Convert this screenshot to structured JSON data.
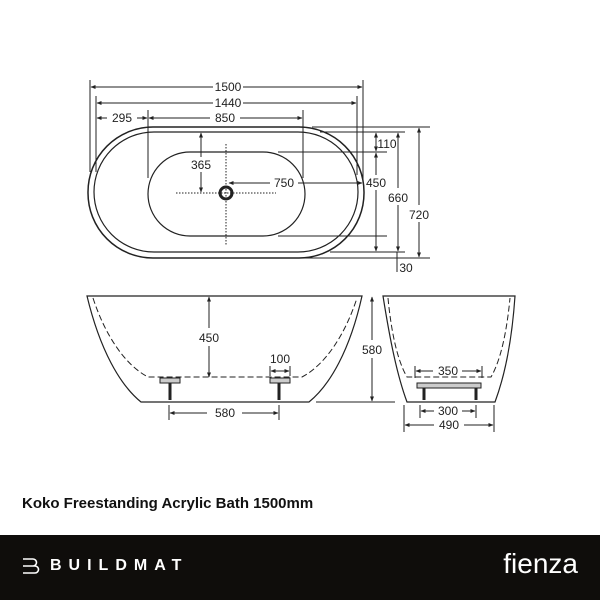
{
  "product_title": "Koko Freestanding Acrylic Bath 1500mm",
  "dimensions": {
    "plan": {
      "overall_length": "1500",
      "inner_length": "1440",
      "end_offset": "295",
      "basin_length": "850",
      "drain_y": "365",
      "drain_x": "750",
      "rim_top": "110",
      "basin_width": "450",
      "inner_width": "660",
      "overall_width": "720",
      "rim_bottom": "30"
    },
    "side": {
      "depth": "450",
      "foot_width": "100",
      "foot_spacing": "580"
    },
    "end": {
      "height": "580",
      "base_width": "350",
      "foot_spacing": "300",
      "bottom_width": "490"
    }
  },
  "footer": {
    "left_brand": "BUILDMAT",
    "right_brand": "fienza"
  }
}
